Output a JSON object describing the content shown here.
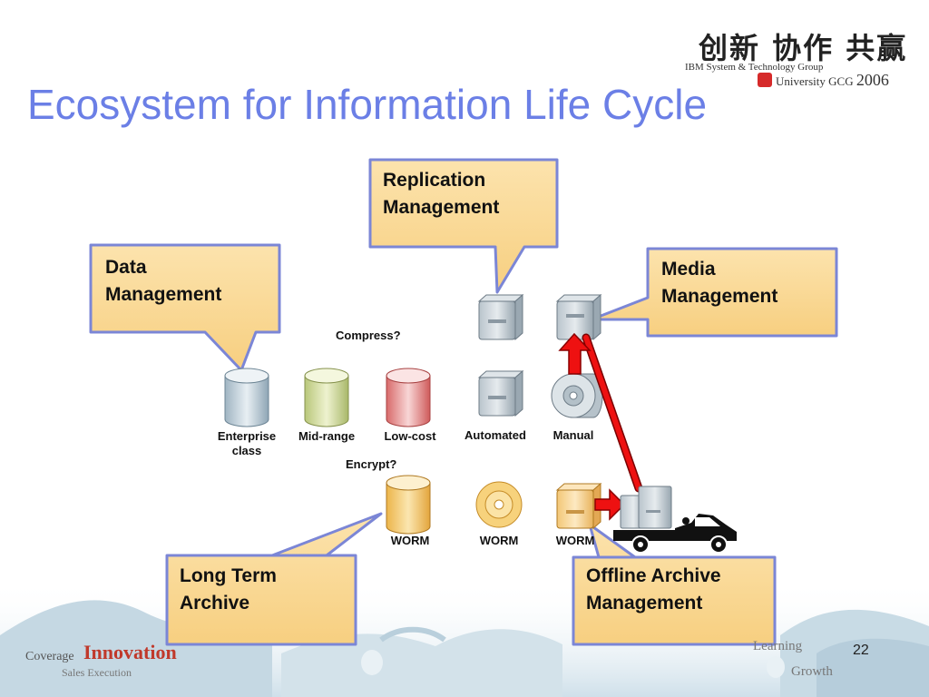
{
  "slide": {
    "title": "Ecosystem for Information Life Cycle",
    "page_number": "22"
  },
  "branding": {
    "chinese_motto": "创新 协作 共赢",
    "group_line": "IBM System & Technology Group",
    "university_line": "University GCG",
    "year": "2006",
    "footer_coverage": "Coverage",
    "footer_innovation": "Innovation",
    "footer_sales": "Sales Execution",
    "footer_learning": "Learning",
    "footer_growth": "Growth"
  },
  "callouts": {
    "replication": "Replication\nManagement",
    "data": "Data\nManagement",
    "media": "Media\nManagement",
    "long_term": "Long Term\nArchive",
    "offline": "Offline Archive\nManagement"
  },
  "storage_labels": {
    "enterprise": "Enterprise\nclass",
    "midrange": "Mid-range",
    "lowcost": "Low-cost",
    "automated": "Automated",
    "manual": "Manual",
    "worm_disk": "WORM",
    "worm_optical": "WORM",
    "worm_tape": "WORM"
  },
  "notes": {
    "compress": "Compress?",
    "encrypt": "Encrypt?"
  },
  "colors": {
    "title": "#6b7fe6",
    "callout_fill": "#fbd391",
    "callout_border": "#7b86d6",
    "arrow": "#ee1111",
    "enterprise_cyl": "#c9d6de",
    "midrange_cyl": "#d7e0a8",
    "lowcost_cyl": "#e48a8a",
    "worm_cyl": "#f6cf73"
  }
}
